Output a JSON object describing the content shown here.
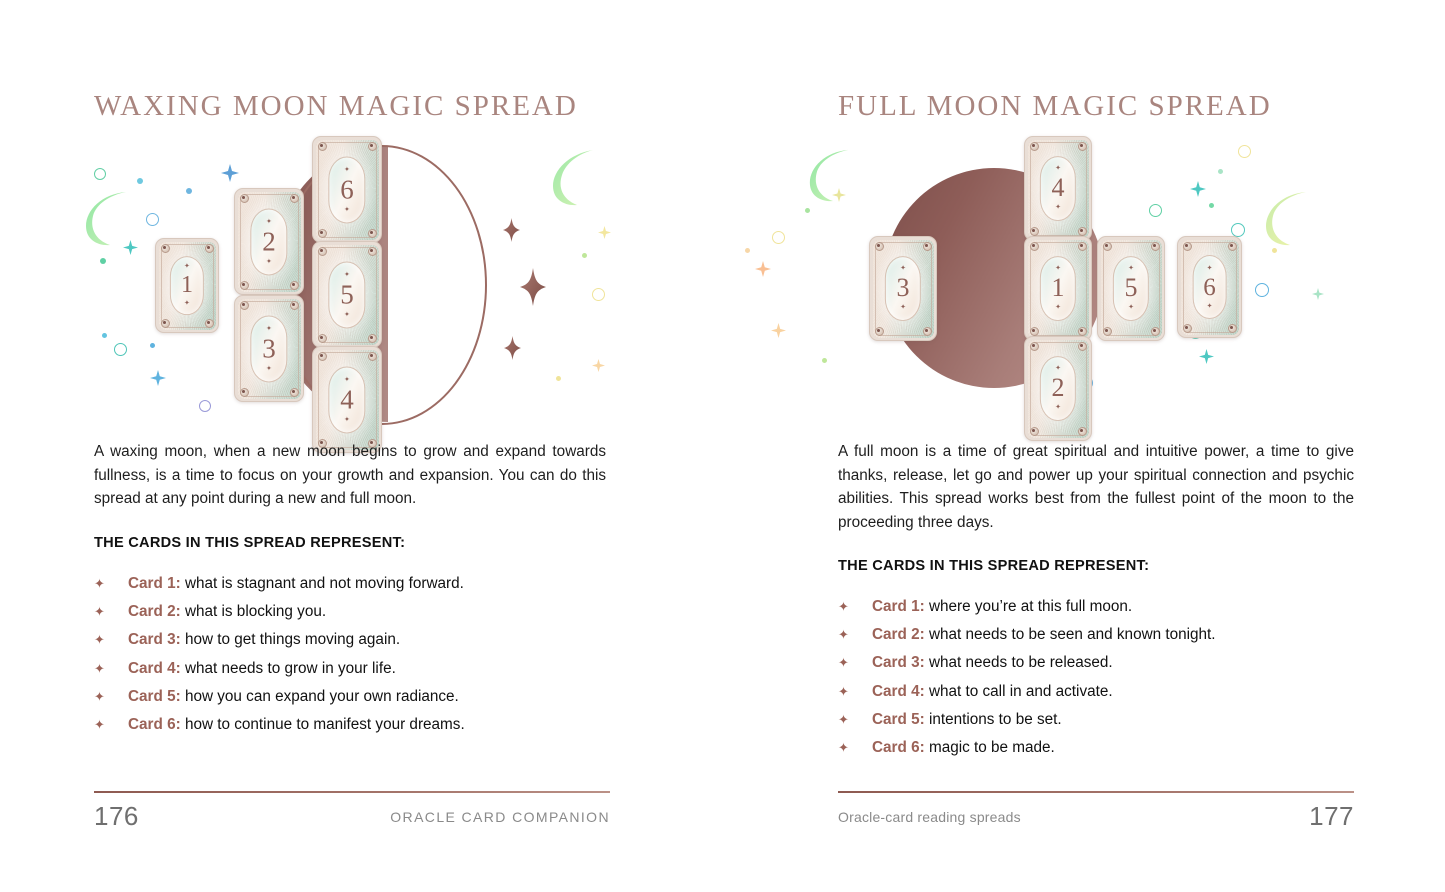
{
  "left_page": {
    "title": "WAXING MOON MAGIC SPREAD",
    "intro": "A waxing moon, when a new moon begins to grow and expand towards fullness, is a time to focus on your growth and expansion. You can do this spread at any point during a new and full moon.",
    "represent_heading": "THE CARDS IN THIS SPREAD REPRESENT:",
    "bullet_glyph": "✦",
    "cards": [
      {
        "label": "Card 1:",
        "text": " what is stagnant and not moving forward."
      },
      {
        "label": "Card 2:",
        "text": " what is blocking you."
      },
      {
        "label": "Card 3:",
        "text": " how to get things moving again."
      },
      {
        "label": "Card 4:",
        "text": " what needs to grow in your life."
      },
      {
        "label": "Card 5:",
        "text": " how you can expand your own radiance."
      },
      {
        "label": "Card 6:",
        "text": " how to continue to manifest your dreams."
      }
    ],
    "folio": "176",
    "running_head": "ORACLE CARD COMPANION",
    "illustration": {
      "moon_type": "waxing-half-disc-with-arc",
      "card_numbers": [
        "1",
        "2",
        "3",
        "4",
        "5",
        "6"
      ],
      "card_pip": "✦"
    }
  },
  "right_page": {
    "title": "FULL MOON MAGIC SPREAD",
    "intro": "A full moon is a time of great spiritual and intuitive power, a time to give thanks, release, let go and power up your spiritual connection and psychic abilities. This spread works best from the fullest point of the moon to the proceeding three days.",
    "represent_heading": "THE CARDS IN THIS SPREAD REPRESENT:",
    "bullet_glyph": "✦",
    "cards": [
      {
        "label": "Card 1:",
        "text": " where you’re at this full moon."
      },
      {
        "label": "Card 2:",
        "text": " what needs to be seen and known tonight."
      },
      {
        "label": "Card 3:",
        "text": " what needs to be released."
      },
      {
        "label": "Card 4:",
        "text": " what to call in and activate."
      },
      {
        "label": "Card 5:",
        "text": " intentions to be set."
      },
      {
        "label": "Card 6:",
        "text": " magic to be made."
      }
    ],
    "folio": "177",
    "running_head": "Oracle-card reading spreads",
    "illustration": {
      "moon_type": "full-disc",
      "card_numbers": [
        "4",
        "3",
        "1",
        "5",
        "6",
        "2"
      ],
      "card_pip": "✦"
    }
  },
  "theme": {
    "page_background": "#ffffff",
    "heading_color": "#a9857f",
    "accent_rose": "#9b6257",
    "body_text": "#1e1e1e",
    "moon_brown": "#8a5a55",
    "rule_gradient_start": "#8e5a51",
    "rule_gradient_end": "#bb9187",
    "folio_color": "#6f6f6f",
    "running_head_color": "#8a8a8a",
    "card_mint": "#b0d8cb",
    "card_cream": "#f1e5db",
    "crescent_green": "#9fe4a6",
    "crescent_yellow_green": "#d9eda0",
    "star_blue": "#6fb6e0",
    "star_teal": "#54c9bd",
    "star_peach": "#f8c79a",
    "star_cream": "#f5e9a8"
  }
}
